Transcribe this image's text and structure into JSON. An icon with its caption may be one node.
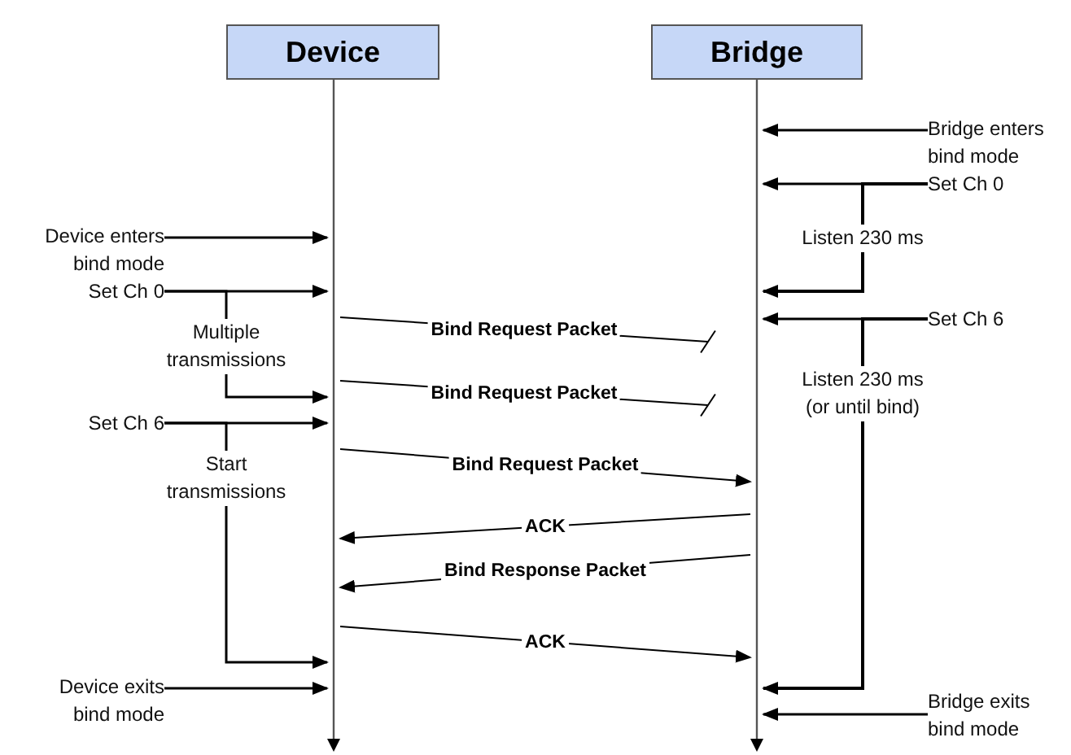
{
  "diagram": {
    "nodes": [
      {
        "text": [
          "Device"
        ]
      },
      {
        "text": [
          "Bridge"
        ]
      },
      {
        "text": [],
        "shape": "line"
      },
      {
        "text": [],
        "shape": "line"
      },
      {
        "text": [
          "Device enters bind mode"
        ]
      },
      {
        "text": [
          "Set Ch 0"
        ]
      },
      {
        "text": [
          "Multiple transmissions"
        ]
      },
      {
        "text": [
          "Set Ch 6"
        ]
      },
      {
        "text": [
          "Start transmissions"
        ]
      },
      {
        "text": [
          "Device exits bind mode"
        ]
      },
      {
        "text": [
          "Bridge enters bind mode"
        ]
      },
      {
        "text": [
          "Set Ch 0"
        ]
      },
      {
        "text": [
          "Listen 230 ms"
        ]
      },
      {
        "text": [
          "Set Ch 6"
        ]
      },
      {
        "text": [
          "Listen 230 ms (or until bind)"
        ]
      },
      {
        "text": [
          "Bridge exits bind mode"
        ]
      }
    ],
    "edges": [
      {
        "from": 4,
        "to": 2,
        "arrow": "to"
      },
      {
        "from": 5,
        "to": 2,
        "arrow": "to"
      },
      {
        "from": 6,
        "to": 2,
        "arrow": "to"
      },
      {
        "from": 7,
        "to": 2,
        "arrow": "to"
      },
      {
        "from": 8,
        "to": 2,
        "arrow": "to"
      },
      {
        "from": 9,
        "to": 2,
        "arrow": "to"
      },
      {
        "from": 10,
        "to": 3,
        "arrow": "to"
      },
      {
        "from": 11,
        "to": 3,
        "arrow": "to"
      },
      {
        "from": 12,
        "to": 3,
        "arrow": "to"
      },
      {
        "from": 13,
        "to": 3,
        "arrow": "to"
      },
      {
        "from": 14,
        "to": 3,
        "arrow": "to"
      },
      {
        "from": 15,
        "to": 3,
        "arrow": "to"
      },
      {
        "from": 2,
        "to": null,
        "arrow": "other",
        "label": "Bind Request Packet"
      },
      {
        "from": 2,
        "to": null,
        "arrow": "other",
        "label": "Bind Request Packet"
      },
      {
        "from": 2,
        "to": 3,
        "arrow": "to",
        "label": "Bind Request Packet"
      },
      {
        "from": 3,
        "to": 2,
        "arrow": "to",
        "label": "ACK"
      },
      {
        "from": 3,
        "to": 2,
        "arrow": "to",
        "label": "Bind Response Packet"
      },
      {
        "from": 2,
        "to": 3,
        "arrow": "to",
        "label": "ACK"
      },
      {
        "from": 5,
        "to": 6,
        "arrow": "none"
      },
      {
        "from": 7,
        "to": 8,
        "arrow": "none"
      },
      {
        "from": 11,
        "to": 12,
        "arrow": "none"
      },
      {
        "from": 13,
        "to": 14,
        "arrow": "none"
      }
    ]
  }
}
